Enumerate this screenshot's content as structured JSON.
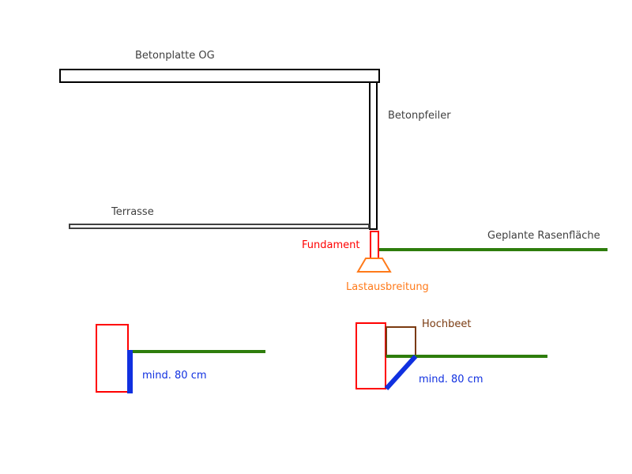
{
  "labels": {
    "betonplatte": "Betonplatte OG",
    "betonpfeiler": "Betonpfeiler",
    "terrasse": "Terrasse",
    "fundament": "Fundament",
    "lastausbreitung": "Lastausbreitung",
    "rasenflaeche": "Geplante Rasenfläche",
    "hochbeet": "Hochbeet",
    "mind_left": "mind. 80 cm",
    "mind_right": "mind. 80 cm"
  },
  "colors": {
    "outline": "#000000",
    "terrace": "#404040",
    "text": "#404040",
    "foundation": "#ff0000",
    "load": "#ff7a1a",
    "lawn": "#2e7d0c",
    "depth": "#1030e0",
    "hochbeet": "#7a3a10"
  }
}
